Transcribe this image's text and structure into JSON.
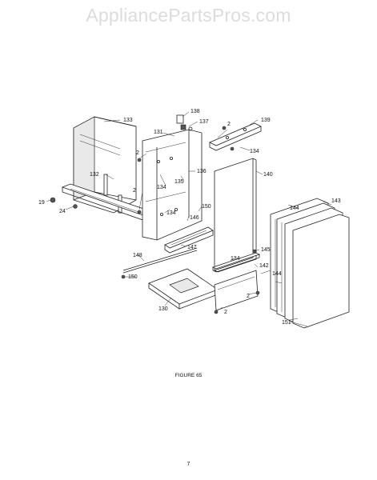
{
  "watermark": "AppliancePartsPros.com",
  "figure_caption": "FIGURE 65",
  "page_number": "7",
  "part_labels": {
    "p133": "133",
    "p138": "138",
    "p137": "137",
    "p131": "131",
    "p139": "139",
    "p2a": "2",
    "p2b": "2",
    "p134a": "134",
    "p132": "132",
    "p136": "136",
    "p135": "135",
    "p134b": "134",
    "p140": "140",
    "p2c": "2",
    "p19": "19",
    "p24": "24",
    "p134c": "134",
    "p146": "146",
    "p150a": "150",
    "p144a": "144",
    "p143": "143",
    "p147": "147",
    "p148": "148",
    "p145": "145",
    "p134d": "134",
    "p142": "142",
    "p150b": "150",
    "p144b": "144",
    "p2d": "2",
    "p130": "130",
    "p2e": "2",
    "p151": "151"
  }
}
